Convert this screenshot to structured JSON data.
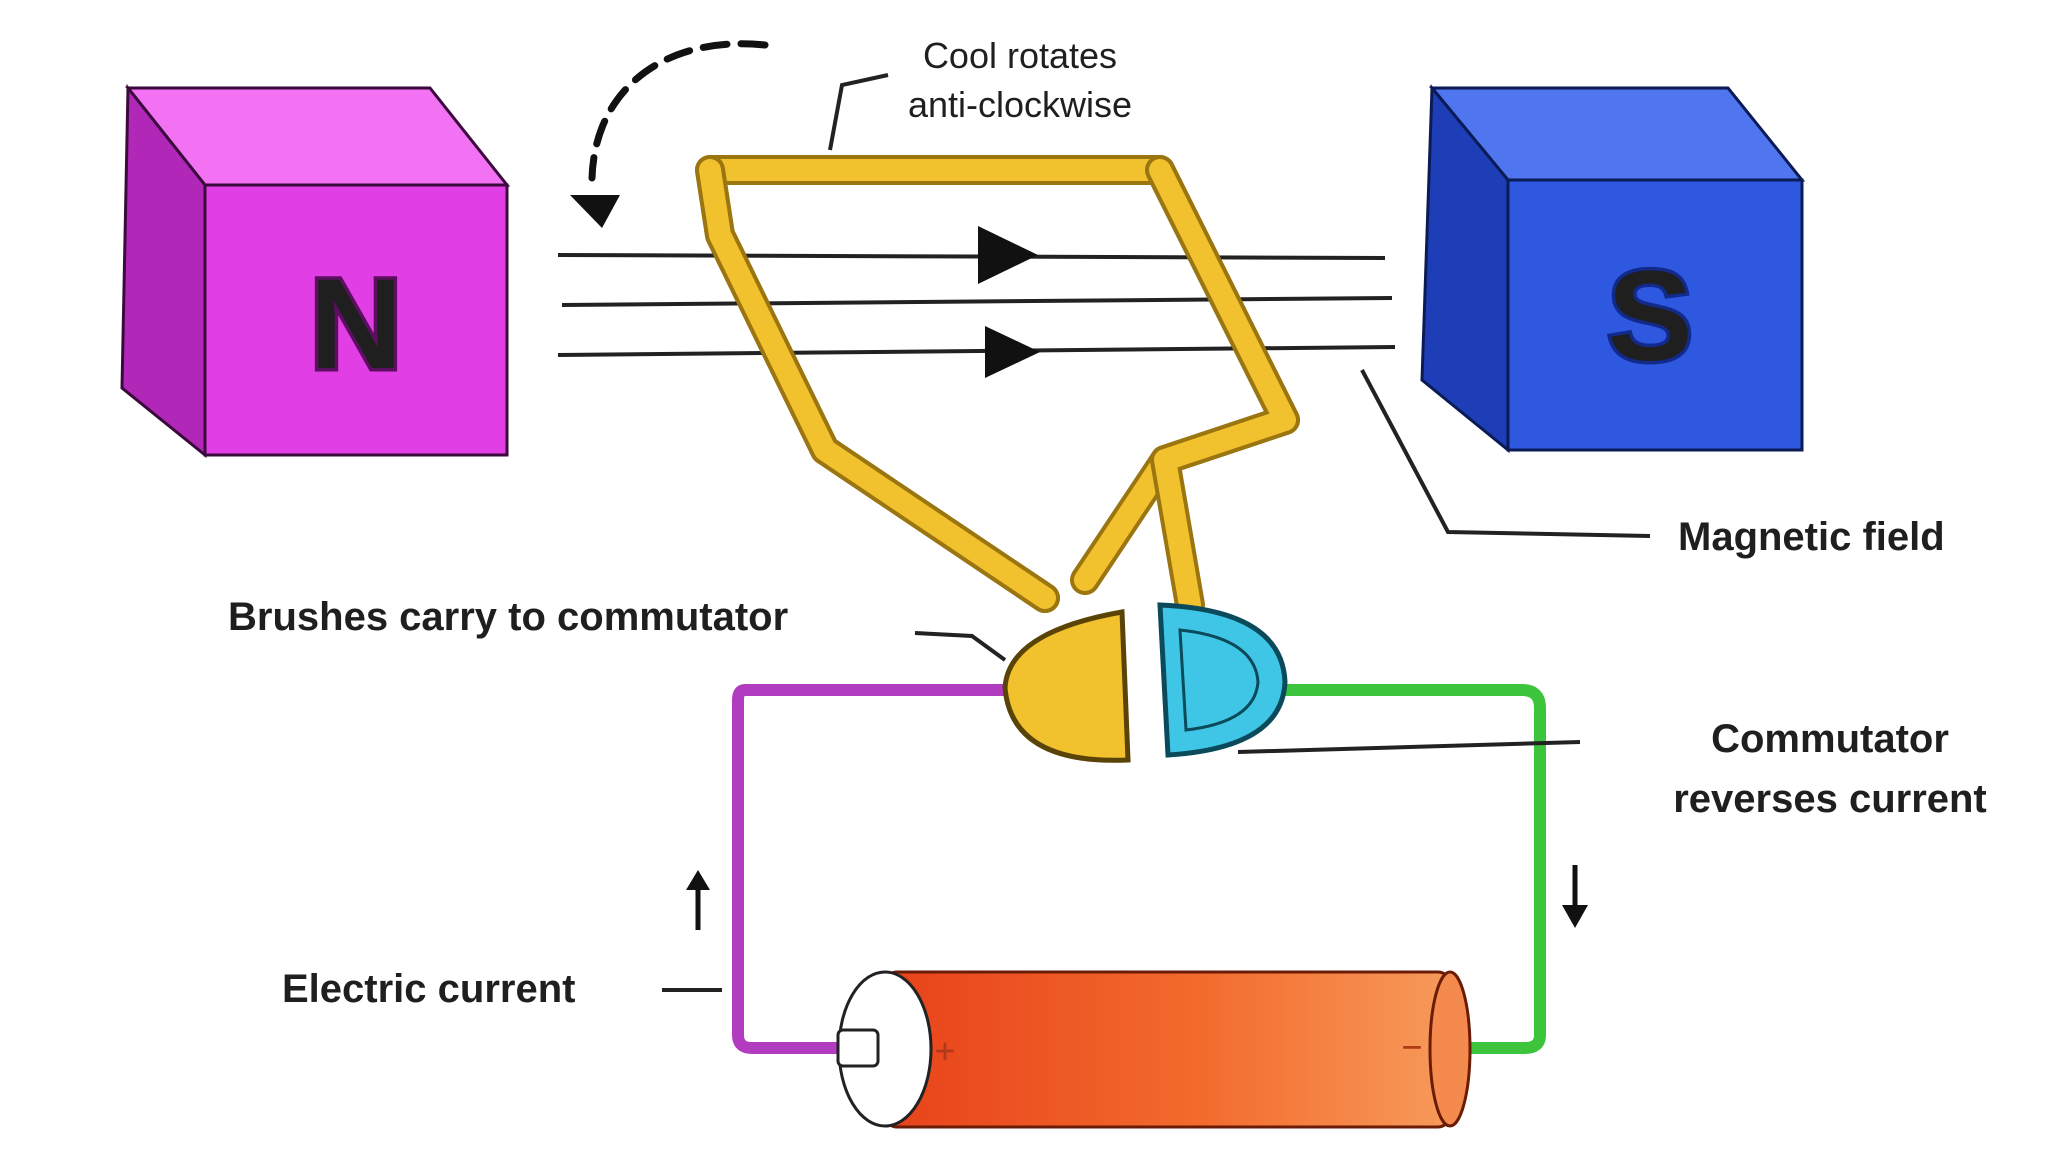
{
  "magnets": {
    "north": {
      "letter": "N",
      "color": "#e23ee6",
      "top_color": "#f272f3",
      "side_color": "#b127b7",
      "letter_fill": "#f7d6f8",
      "letter_stroke": "#5b0f5f"
    },
    "south": {
      "letter": "S",
      "color": "#2f58e0",
      "top_color": "#4f76ee",
      "side_color": "#1d3eb7",
      "letter_fill": "#e3e9ff",
      "letter_stroke": "#122a8a"
    }
  },
  "labels": {
    "coil_rotates_line1": "Cool rotates",
    "coil_rotates_line2": "anti-clockwise",
    "magnetic_field": "Magnetic field",
    "brushes": "Brushes carry to commutator",
    "commutator_line1": "Commutator",
    "commutator_line2": "reverses current",
    "electric_current": "Electric current"
  },
  "battery": {
    "positive_sign": "+",
    "negative_sign": "−",
    "body_color": "#f0511d",
    "end_color": "#f58a4f"
  },
  "colors": {
    "coil": "#f2c12e",
    "coil_outline": "#9a7510",
    "commutator_left": "#f2c12e",
    "commutator_right": "#3fc6e6",
    "wire_left": "#b23cc0",
    "wire_right": "#3cc43c",
    "field_lines": "#222222"
  }
}
